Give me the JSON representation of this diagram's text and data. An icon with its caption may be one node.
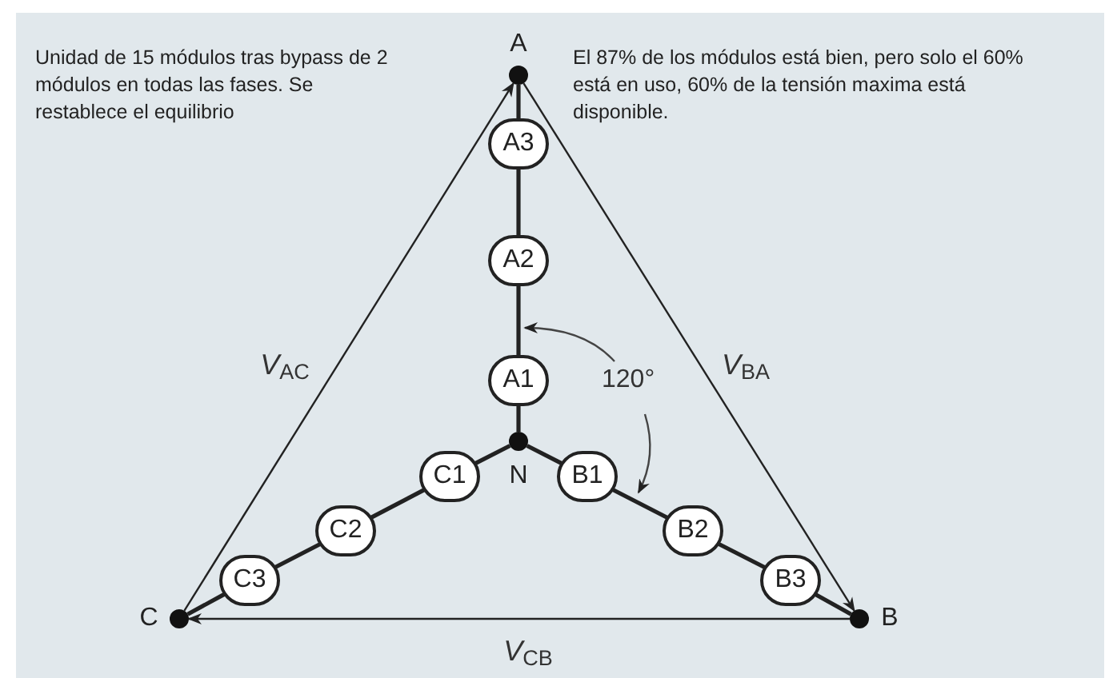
{
  "diagram": {
    "nodes": [
      {
        "text": [
          "A"
        ]
      },
      {
        "text": [
          "A3"
        ]
      },
      {
        "text": [
          "A2"
        ]
      },
      {
        "text": [
          "A1"
        ]
      },
      {
        "text": [
          "N"
        ]
      },
      {
        "text": [
          "B1"
        ]
      },
      {
        "text": [
          "B2"
        ]
      },
      {
        "text": [
          "B3"
        ]
      },
      {
        "text": [
          "B"
        ]
      },
      {
        "text": [
          "C1"
        ]
      },
      {
        "text": [
          "C2"
        ]
      },
      {
        "text": [
          "C3"
        ]
      },
      {
        "text": [
          "C"
        ]
      }
    ],
    "edges": [
      {
        "from": 0,
        "to": 1,
        "arrow": "none"
      },
      {
        "from": 1,
        "to": 2,
        "arrow": "none"
      },
      {
        "from": 2,
        "to": 3,
        "arrow": "none"
      },
      {
        "from": 3,
        "to": 4,
        "arrow": "none"
      },
      {
        "from": 4,
        "to": 5,
        "arrow": "none"
      },
      {
        "from": 5,
        "to": 6,
        "arrow": "none"
      },
      {
        "from": 6,
        "to": 7,
        "arrow": "none"
      },
      {
        "from": 7,
        "to": 8,
        "arrow": "none"
      },
      {
        "from": 4,
        "to": 9,
        "arrow": "none"
      },
      {
        "from": 9,
        "to": 10,
        "arrow": "none"
      },
      {
        "from": 10,
        "to": 11,
        "arrow": "none"
      },
      {
        "from": 11,
        "to": 12,
        "arrow": "none"
      },
      {
        "from": 12,
        "to": 0,
        "arrow": "to",
        "label": "*V*$_{AC}$"
      },
      {
        "from": 0,
        "to": 8,
        "arrow": "to",
        "label": "*V*$_{BA}$"
      },
      {
        "from": 8,
        "to": 12,
        "arrow": "to",
        "label": "*V*$_{CB}$"
      }
    ],
    "labels": [
      "Unidad de 15 módulos tras bypass de 2 módulos en todas las fases. Se restablece el equilibrio",
      "El 87% de los módulos está bien, pero solo el 60% está en uso, 60% de la tensión maxima está disponible.",
      "120°"
    ]
  }
}
